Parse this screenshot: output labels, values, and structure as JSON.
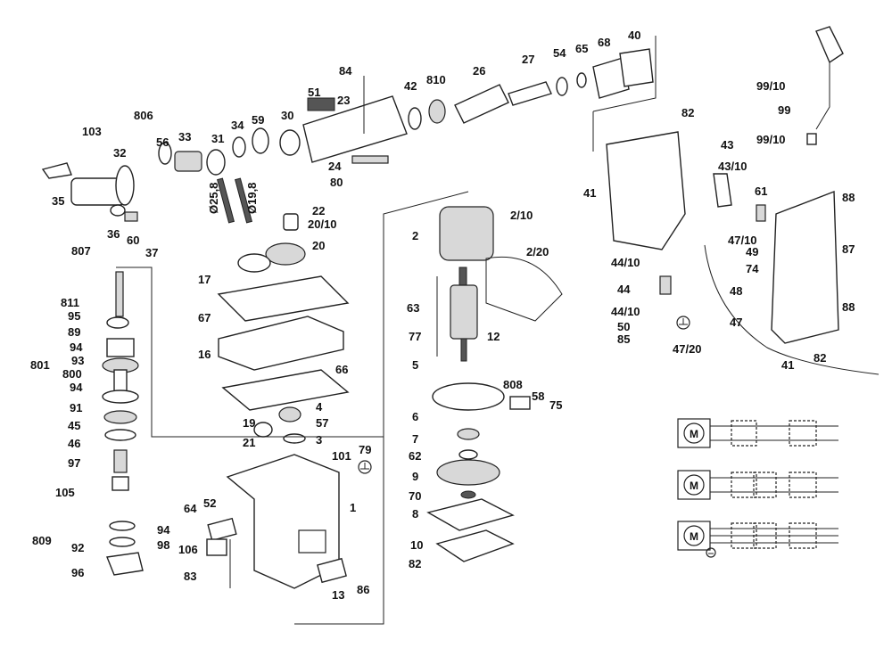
{
  "title": "Exploded parts diagram - rotary hammer",
  "labels": [
    "103",
    "806",
    "32",
    "56",
    "33",
    "31",
    "34",
    "59",
    "30",
    "51",
    "23",
    "84",
    "42",
    "810",
    "26",
    "27",
    "54",
    "65",
    "68",
    "40",
    "24",
    "80",
    "Ø25,8",
    "Ø19,8",
    "35",
    "36",
    "60",
    "37",
    "807",
    "22",
    "20/10",
    "20",
    "17",
    "67",
    "16",
    "66",
    "4",
    "19",
    "57",
    "21",
    "3",
    "101",
    "79",
    "1",
    "64",
    "52",
    "106",
    "83",
    "13",
    "86",
    "811",
    "95",
    "89",
    "94",
    "93",
    "801",
    "800",
    "94",
    "91",
    "45",
    "46",
    "97",
    "105",
    "809",
    "92",
    "94",
    "98",
    "96",
    "2",
    "2/10",
    "2/20",
    "63",
    "77",
    "12",
    "5",
    "808",
    "58",
    "75",
    "6",
    "7",
    "62",
    "9",
    "70",
    "8",
    "10",
    "82",
    "82",
    "43",
    "43/10",
    "41",
    "61",
    "88",
    "47/10",
    "49",
    "74",
    "44/10",
    "44",
    "48",
    "87",
    "88",
    "44/10",
    "50",
    "85",
    "47",
    "47/20",
    "41",
    "82",
    "99/10",
    "99",
    "99/10"
  ],
  "motor_symbol": "M",
  "icons": [
    "ground-symbol-icon",
    "motor-symbol-icon"
  ]
}
